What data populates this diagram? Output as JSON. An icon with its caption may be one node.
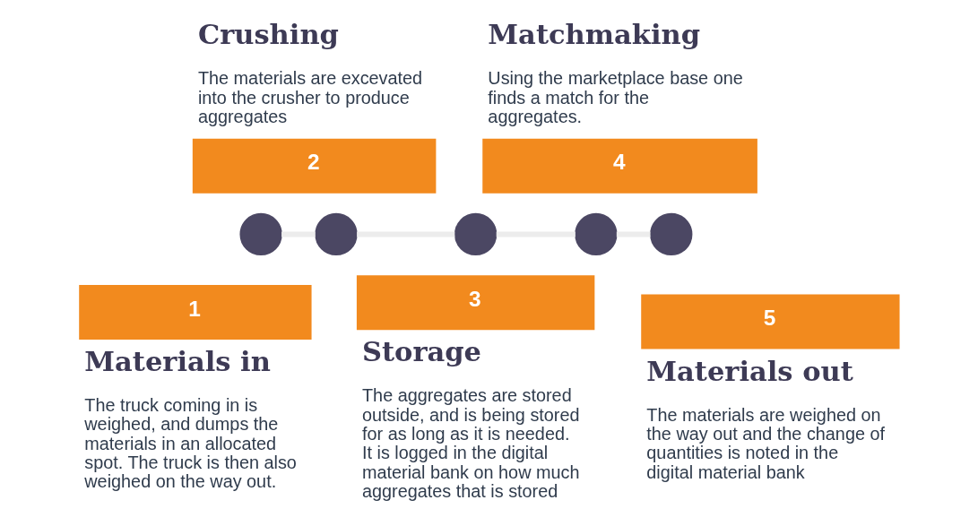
{
  "diagram": {
    "nodes": [
      {
        "text": [],
        "shape": "circle"
      },
      {
        "text": [],
        "shape": "circle"
      },
      {
        "text": [],
        "shape": "circle"
      },
      {
        "text": [],
        "shape": "circle"
      },
      {
        "text": [],
        "shape": "circle"
      },
      {
        "text": [
          "1"
        ],
        "beside": [
          "Materials in",
          "The truck coming in is weighed, and dumps the materials in an allocated spot. The truck is then also weighed on the way out."
        ]
      },
      {
        "text": [
          "2"
        ],
        "beside": [
          "Crushing",
          "The materials are excevated into the crusher to produce aggregates"
        ]
      },
      {
        "text": [
          "3"
        ],
        "beside": [
          "Storage",
          "The aggregates are stored outside, and is being stored for as long as it is needed. It is logged in the digital material bank on how much aggregates that is stored"
        ]
      },
      {
        "text": [
          "4"
        ],
        "beside": [
          "Matchmaking",
          "Using the marketplace base one finds a match for the aggregates."
        ]
      },
      {
        "text": [
          "5"
        ],
        "beside": [
          "Materials out",
          "The materials are weighed on the way out and the change of quantities is noted in the digital material bank"
        ]
      }
    ],
    "edges": [
      {
        "from": 0,
        "to": 1,
        "arrow": "none"
      },
      {
        "from": 1,
        "to": 2,
        "arrow": "none"
      },
      {
        "from": 2,
        "to": 3,
        "arrow": "none"
      },
      {
        "from": 3,
        "to": 4,
        "arrow": "none"
      }
    ]
  }
}
